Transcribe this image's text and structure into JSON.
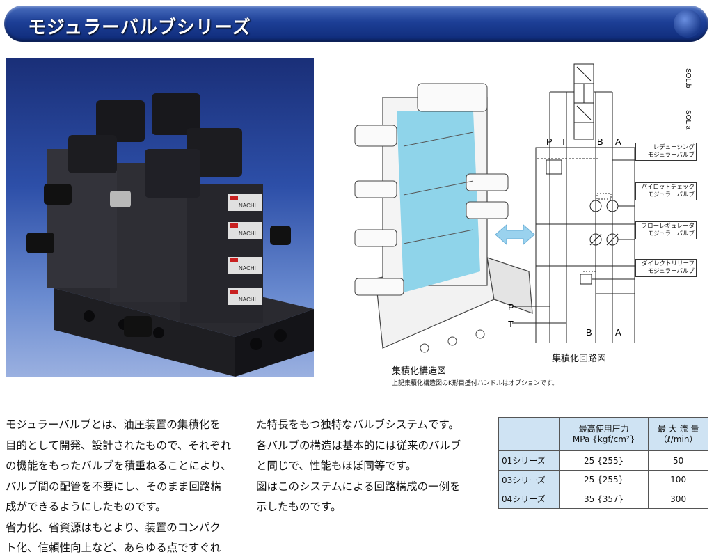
{
  "header": {
    "title": "モジュラーバルブシリーズ"
  },
  "figures": {
    "structure_caption": "集積化構造図",
    "structure_note": "上記集積化構造図のK形目盛付ハンドルはオプションです。",
    "circuit_caption": "集積化回路図",
    "circuit_ports": {
      "p": "P",
      "t": "T",
      "b": "B",
      "a": "A"
    },
    "solenoids": {
      "sol_b": "SOL.b",
      "sol_a": "SOL.a"
    },
    "circuit_labels": [
      [
        "レデューシング",
        "モジュラーバルブ"
      ],
      [
        "パイロットチェック",
        "モジュラーバルブ"
      ],
      [
        "フローレギュレータ",
        "モジュラーバルブ"
      ],
      [
        "ダイレクトリリーフ",
        "モジュラーバルブ"
      ]
    ],
    "photo_labels": [
      "NACHI",
      "NACHI",
      "NACHI",
      "NACHI"
    ]
  },
  "body": {
    "col1": [
      "モジュラーバルブとは、油圧装置の集積化を",
      "目的として開発、設計されたもので、それぞれ",
      "の機能をもったバルブを積重ねることにより、",
      "バルブ間の配管を不要にし、そのまま回路構",
      "成ができるようにしたものです。",
      "省力化、省資源はもとより、装置のコンパク",
      "ト化、信頼性向上など、あらゆる点ですぐれ"
    ],
    "col2": [
      "た特長をもつ独特なバルブシステムです。",
      "各バルブの構造は基本的には従来のバルブ",
      "と同じで、性能もほぼ同等です。",
      "図はこのシステムによる回路構成の一例を",
      "示したものです。"
    ]
  },
  "spec_table": {
    "headers": [
      [
        "最高使用圧力",
        "MPa {kgf/cm²}"
      ],
      [
        "最 大 流 量",
        "（ℓ/min）"
      ]
    ],
    "rows": [
      {
        "series": "01シリーズ",
        "pressure": "25 {255}",
        "flow": "50"
      },
      {
        "series": "03シリーズ",
        "pressure": "25 {255}",
        "flow": "100"
      },
      {
        "series": "04シリーズ",
        "pressure": "35 {357}",
        "flow": "300"
      }
    ]
  }
}
